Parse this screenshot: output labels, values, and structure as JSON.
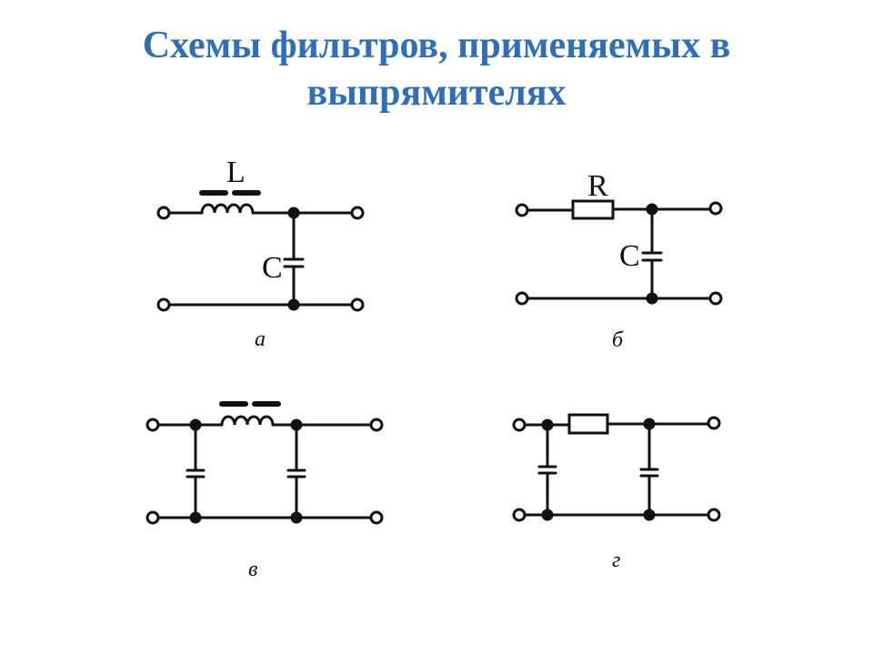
{
  "slide": {
    "title_line1": "Схемы фильтров, применяемых в",
    "title_line2": "выпрямителях"
  },
  "diagrams": {
    "a": {
      "caption": "а",
      "inductor_label": "L",
      "capacitor_label": "C"
    },
    "b": {
      "caption": "б",
      "resistor_label": "R",
      "capacitor_label": "C"
    },
    "v": {
      "caption": "в"
    },
    "g": {
      "caption": "г"
    }
  },
  "colors": {
    "title": "#2f6fb7",
    "ink": "#111111"
  }
}
